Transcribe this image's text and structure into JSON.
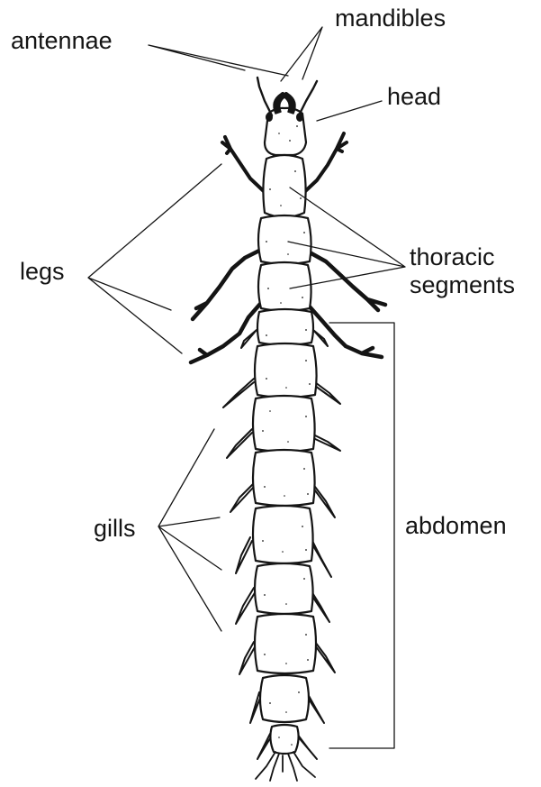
{
  "labels": {
    "antennae": "antennae",
    "mandibles": "mandibles",
    "head": "head",
    "legs": "legs",
    "thoracic_line1": "thoracic",
    "thoracic_line2": "segments",
    "gills": "gills",
    "abdomen": "abdomen"
  },
  "colors": {
    "ink": "#141414",
    "paper": "#ffffff"
  }
}
